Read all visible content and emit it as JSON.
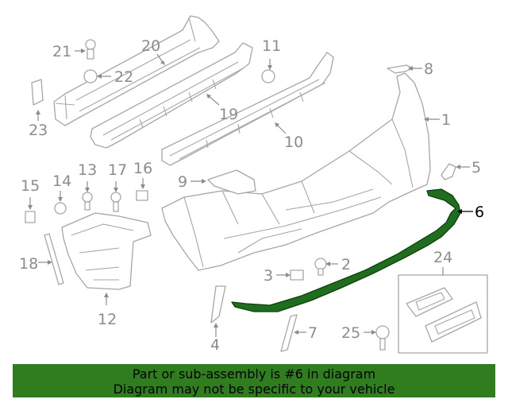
{
  "diagram": {
    "highlighted_part": "6",
    "callouts": [
      "1",
      "2",
      "3",
      "4",
      "5",
      "6",
      "7",
      "8",
      "9",
      "10",
      "11",
      "12",
      "13",
      "14",
      "15",
      "16",
      "17",
      "18",
      "19",
      "20",
      "21",
      "22",
      "23",
      "24",
      "25"
    ]
  },
  "colors": {
    "highlight": "#1f6e1f",
    "banner": "#2f7d1f",
    "line_art": "#a6a6a6",
    "callout_text": "#8c8c8c"
  },
  "banner": {
    "line1": "Part or sub-assembly is #6 in diagram",
    "line2": "Diagram may not be specific to your vehicle"
  }
}
